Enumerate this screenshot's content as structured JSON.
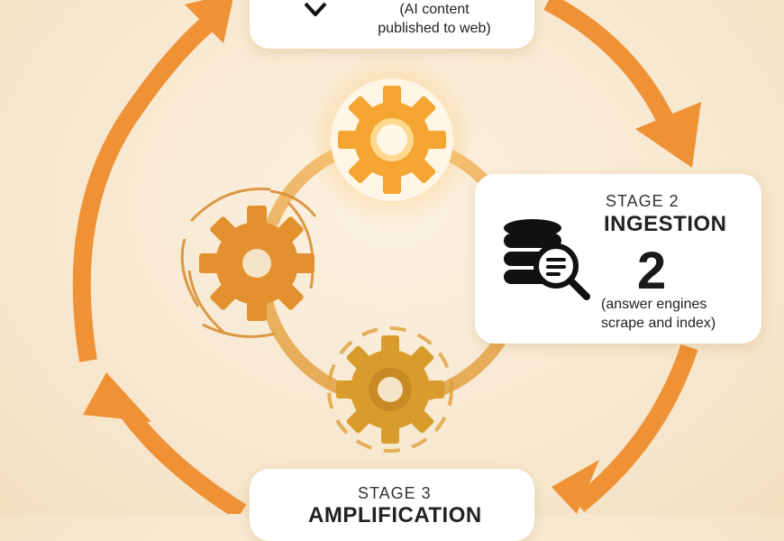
{
  "stage1": {
    "description_line1": "(AI content",
    "description_line2": "published to web)",
    "icon": "arrow-down-icon"
  },
  "stage2": {
    "kicker": "STAGE 2",
    "name": "INGESTION",
    "number": "2",
    "description_line1": "(answer engines",
    "description_line2": "scrape and index)",
    "icon": "database-search-icon"
  },
  "stage3": {
    "kicker": "STAGE 3",
    "name": "AMPLIFICATION"
  },
  "colors": {
    "arrow": "#ef9135",
    "gear_bright": "#f5a531",
    "gear_mid": "#e89a32",
    "gear_dark": "#d99b2b",
    "inner_ring": "#ebb463"
  }
}
